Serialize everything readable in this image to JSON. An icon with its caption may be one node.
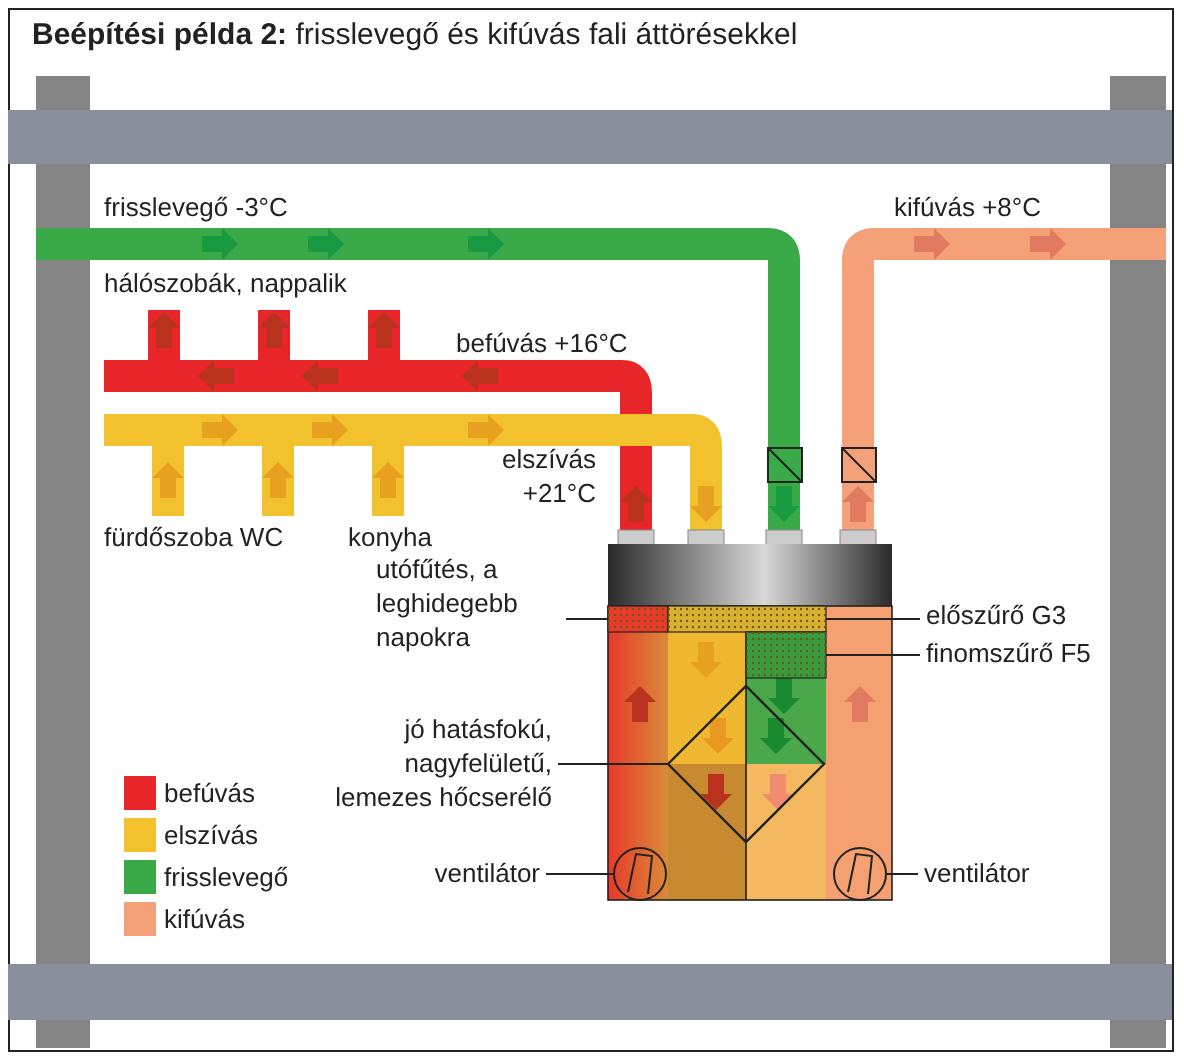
{
  "diagram": {
    "title": "**Beépítési példa 2:** frisslevegő és kifúvás fali áttörésekkel",
    "nodes": [
      {
        "text": [
          "utófűtés, a leghidegebb napokra"
        ]
      },
      {
        "text": [],
        "shape": "box"
      },
      {
        "text": [
          "előszűrő G3"
        ]
      },
      {
        "text": [],
        "shape": "box"
      },
      {
        "text": [
          "finomszűrő F5"
        ]
      },
      {
        "text": [],
        "shape": "box"
      },
      {
        "text": [
          "jó hatásfokú, nagyfelületű, lemezes hőcserélő"
        ]
      },
      {
        "text": [],
        "shape": "diamond"
      },
      {
        "text": [
          "ventilátor"
        ]
      },
      {
        "text": [],
        "shape": "circle"
      },
      {
        "text": [
          "ventilátor"
        ]
      },
      {
        "text": [],
        "shape": "circle"
      }
    ],
    "edges": [
      {
        "from": 0,
        "to": 1,
        "arrow": "none"
      },
      {
        "from": 2,
        "to": 3,
        "arrow": "none"
      },
      {
        "from": 4,
        "to": 5,
        "arrow": "none"
      },
      {
        "from": 6,
        "to": 7,
        "arrow": "none"
      },
      {
        "from": 8,
        "to": 9,
        "arrow": "none"
      },
      {
        "from": 10,
        "to": 11,
        "arrow": "none"
      }
    ],
    "labels": [
      "frisslevegő -3°C",
      "kifúvás +8°C",
      "hálószobák, nappalik",
      "befúvás +16°C",
      "elszívás +21°C",
      "fürdőszoba WC",
      "konyha"
    ],
    "legend": [
      {
        "text": "befúvás",
        "color": "#e8262a"
      },
      {
        "text": "elszívás",
        "color": "#f2c12e"
      },
      {
        "text": "frisslevegő",
        "color": "#3aaa48"
      },
      {
        "text": "kifúvás",
        "color": "#f4a078"
      }
    ]
  }
}
